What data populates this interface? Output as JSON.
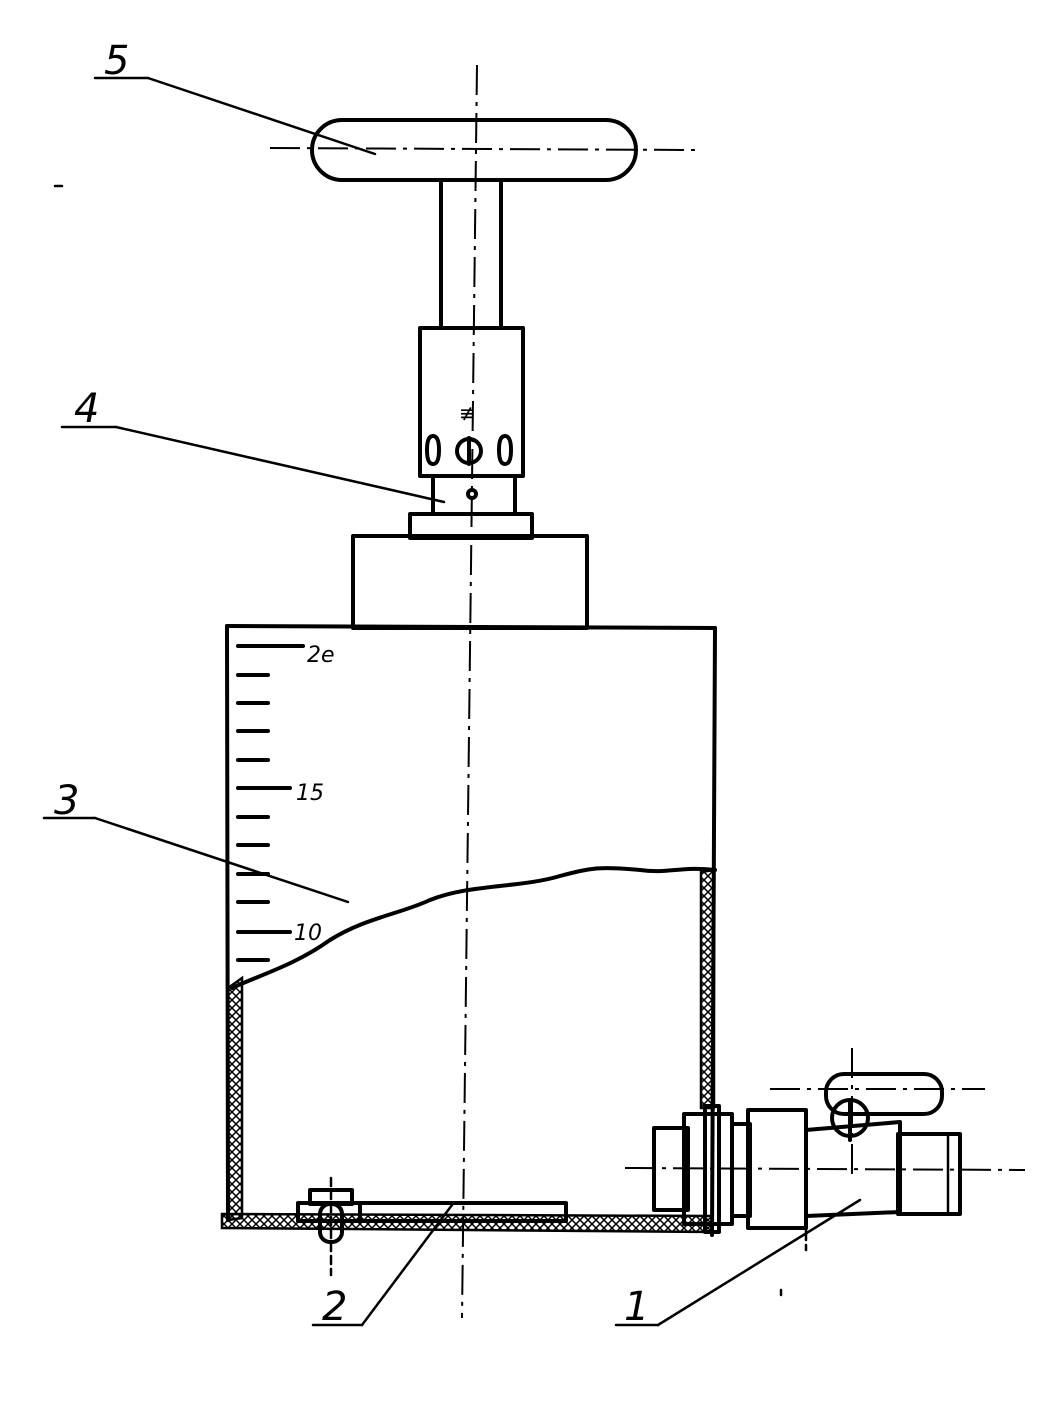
{
  "parts": [
    {
      "id": "1",
      "label": "1"
    },
    {
      "id": "2",
      "label": "2"
    },
    {
      "id": "3",
      "label": "3"
    },
    {
      "id": "4",
      "label": "4"
    },
    {
      "id": "5",
      "label": "5"
    }
  ],
  "scale": {
    "ticks": [
      "2e",
      "15",
      "10"
    ]
  },
  "colors": {
    "ink": "#000000",
    "paper": "#ffffff"
  }
}
